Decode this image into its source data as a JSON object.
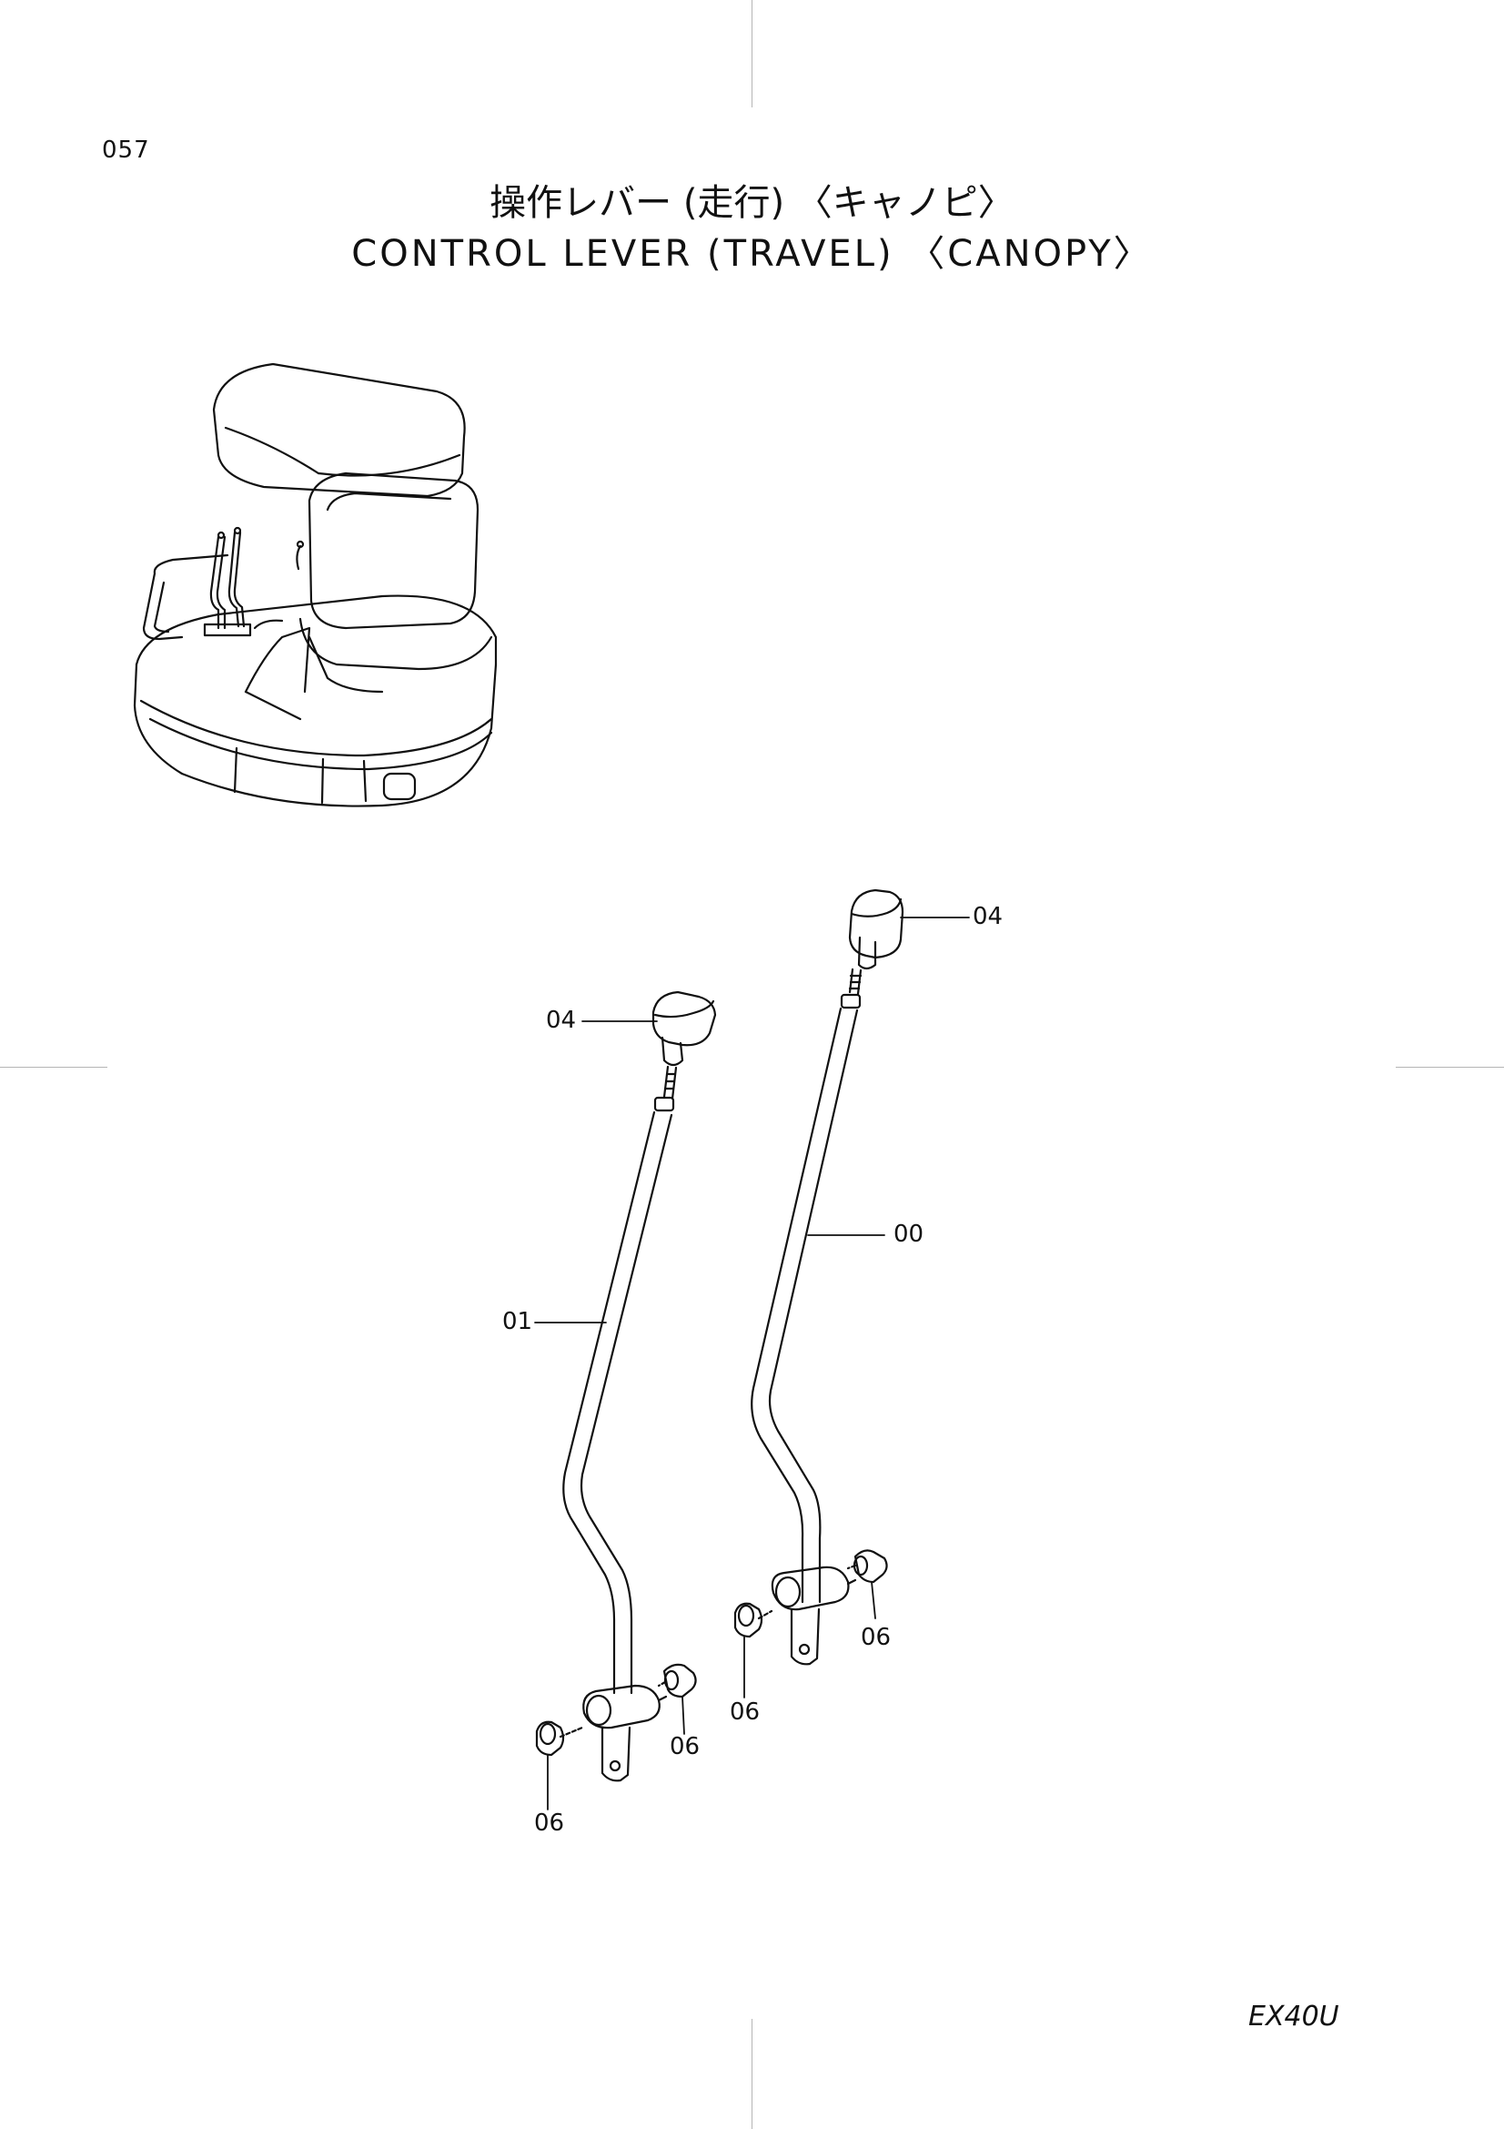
{
  "header": {
    "page_number": "057",
    "title_jp": "操作レバー (走行) 〈キャノピ〉",
    "title_en": "CONTROL  LEVER  (TRAVEL) 〈CANOPY〉"
  },
  "callouts": {
    "knob_left": "04",
    "knob_right": "04",
    "lever_right": "00",
    "lever_left": "01",
    "bushing_right_upper": "06",
    "bushing_right_lower": "06",
    "bushing_left_upper": "06",
    "bushing_left_lower": "06"
  },
  "footer": {
    "model": "EX40U"
  }
}
